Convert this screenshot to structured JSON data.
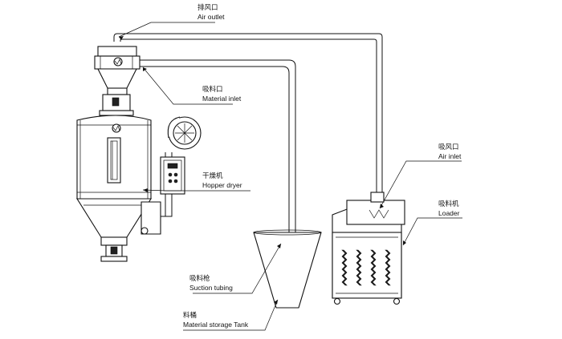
{
  "labels": {
    "air_outlet": {
      "cn": "排风口",
      "en": "Air outlet"
    },
    "material_inlet": {
      "cn": "吸料口",
      "en": "Material inlet"
    },
    "hopper_dryer": {
      "cn": "干燥机",
      "en": "Hopper dryer"
    },
    "air_inlet": {
      "cn": "吸风口",
      "en": "Air inlet"
    },
    "loader": {
      "cn": "吸料机",
      "en": "Loader"
    },
    "suction_tubing": {
      "cn": "吸料枪",
      "en": "Suction tubing"
    },
    "material_storage_tank": {
      "cn": "料桶",
      "en": "Material storage Tank"
    }
  }
}
